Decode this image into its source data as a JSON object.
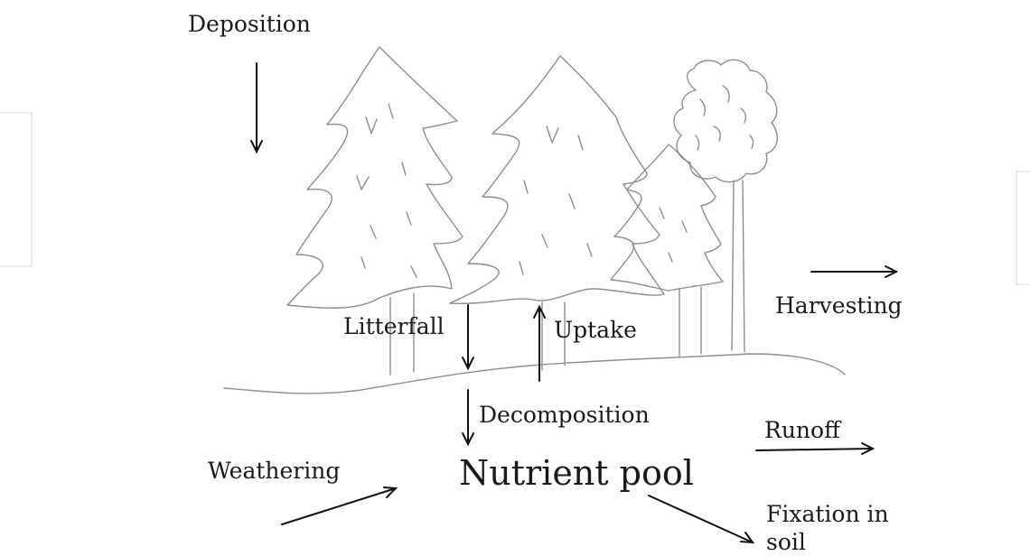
{
  "diagram": {
    "labels": {
      "deposition": "Deposition",
      "litterfall": "Litterfall",
      "uptake": "Uptake",
      "harvesting": "Harvesting",
      "decomposition": "Decomposition",
      "runoff": "Runoff",
      "weathering": "Weathering",
      "nutrient_pool": "Nutrient pool",
      "fixation_line1": "Fixation in",
      "fixation_line2": "soil"
    },
    "colors": {
      "text": "#1a1a1a",
      "arrow": "#111111",
      "sketch": "#8e8e8e",
      "background": "#ffffff"
    }
  }
}
